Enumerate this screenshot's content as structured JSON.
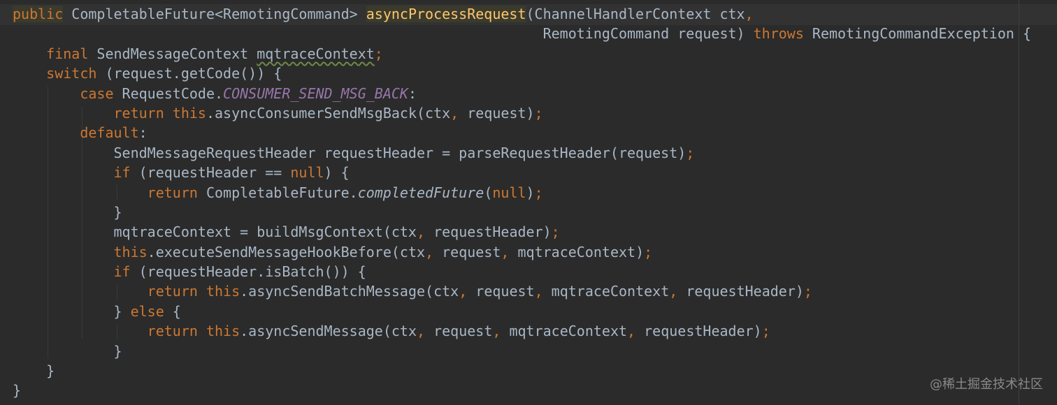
{
  "code": {
    "line_1": {
      "t1": "public",
      "t2": " CompletableFuture<RemotingCommand> ",
      "t3": "asyncProcessRequest",
      "t4": "(ChannelHandlerContext ctx",
      "t5": ","
    },
    "line_2": {
      "indent": "                                                               ",
      "t1": "RemotingCommand request) ",
      "t2": "throws",
      "t3": " RemotingCommandException {"
    },
    "line_3": {
      "indent": "    ",
      "t1": "final",
      "t2": " SendMessageContext ",
      "t3": "mqtraceContext",
      "t4": ";"
    },
    "line_4": {
      "indent": "    ",
      "t1": "switch",
      "t2": " (request.getCode()) {"
    },
    "line_5": {
      "indent": "        ",
      "t1": "case",
      "t2": " RequestCode.",
      "t3": "CONSUMER_SEND_MSG_BACK",
      "t4": ":"
    },
    "line_6": {
      "indent": "            ",
      "t1": "return",
      "t2": " ",
      "t3": "this",
      "t4": ".asyncConsumerSendMsgBack(ctx",
      "t5": ",",
      "t6": " request)",
      "t7": ";"
    },
    "line_7": {
      "indent": "        ",
      "t1": "default",
      "t2": ":"
    },
    "line_8": {
      "indent": "            ",
      "t1": "SendMessageRequestHeader requestHeader = parseRequestHeader(request)",
      "t2": ";"
    },
    "line_9": {
      "indent": "            ",
      "t1": "if",
      "t2": " (requestHeader == ",
      "t3": "null",
      "t4": ") {"
    },
    "line_10": {
      "indent": "                ",
      "t1": "return",
      "t2": " CompletableFuture.",
      "t3": "completedFuture",
      "t4": "(",
      "t5": "null",
      "t6": ")",
      "t7": ";"
    },
    "line_11": {
      "indent": "            ",
      "t1": "}"
    },
    "line_12": {
      "indent": "            ",
      "t1": "mqtraceContext = buildMsgContext(ctx",
      "t2": ",",
      "t3": " requestHeader)",
      "t4": ";"
    },
    "line_13": {
      "indent": "            ",
      "t1": "this",
      "t2": ".executeSendMessageHookBefore(ctx",
      "t3": ",",
      "t4": " request",
      "t5": ",",
      "t6": " mqtraceContext)",
      "t7": ";"
    },
    "line_14": {
      "indent": "            ",
      "t1": "if",
      "t2": " (requestHeader.isBatch()) {"
    },
    "line_15": {
      "indent": "                ",
      "t1": "return",
      "t2": " ",
      "t3": "this",
      "t4": ".asyncSendBatchMessage(ctx",
      "t5": ",",
      "t6": " request",
      "t7": ",",
      "t8": " mqtraceContext",
      "t9": ",",
      "t10": " requestHeader)",
      "t11": ";"
    },
    "line_16": {
      "indent": "            ",
      "t1": "} ",
      "t2": "else",
      "t3": " {"
    },
    "line_17": {
      "indent": "                ",
      "t1": "return",
      "t2": " ",
      "t3": "this",
      "t4": ".asyncSendMessage(ctx",
      "t5": ",",
      "t6": " request",
      "t7": ",",
      "t8": " mqtraceContext",
      "t9": ",",
      "t10": " requestHeader)",
      "t11": ";"
    },
    "line_18": {
      "indent": "            ",
      "t1": "}"
    },
    "line_19": {
      "indent": "    ",
      "t1": "}"
    },
    "line_20": {
      "t1": "}"
    }
  },
  "watermark": "@稀土掘金技术社区",
  "colors": {
    "background": "#2b2b2b",
    "text": "#a9b7c6",
    "keyword": "#cc7832",
    "method_declaration": "#ffc66d",
    "constant": "#9876aa",
    "current_line": "#323232"
  }
}
